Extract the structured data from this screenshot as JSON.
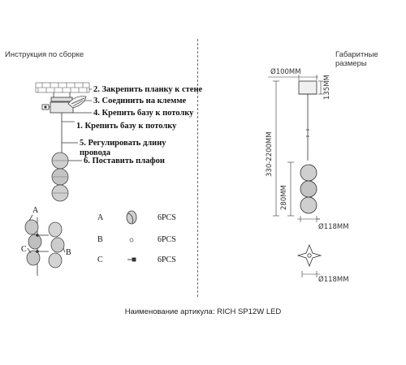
{
  "headers": {
    "assembly": "Инструкция по сборке",
    "dimensions": "Габаритные размеры"
  },
  "steps": [
    {
      "id": "step-2",
      "text": "2. Закрепить планку к стене"
    },
    {
      "id": "step-3",
      "text": "3. Соединить на клемме"
    },
    {
      "id": "step-4",
      "text": "4. Крепить базу к потолку"
    },
    {
      "id": "step-1",
      "text": "1. Крепить базу к потолку"
    },
    {
      "id": "step-5-line1",
      "text": "5. Регулировать длину"
    },
    {
      "id": "step-5-line2",
      "text": "провода"
    },
    {
      "id": "step-6",
      "text": "6. Поставить плафон"
    }
  ],
  "detail_labels": {
    "a": "A",
    "b": "B",
    "c": "C"
  },
  "parts": [
    {
      "letter": "A",
      "qty": "6PCS",
      "icon": "shade-icon"
    },
    {
      "letter": "B",
      "qty": "6PCS",
      "icon": "screw-icon"
    },
    {
      "letter": "C",
      "qty": "6PCS",
      "icon": "bolt-icon"
    }
  ],
  "dimensions": {
    "base_diameter": "Ø100ММ",
    "base_height": "135ММ",
    "total_length": "330-2200ММ",
    "shade_height": "280ММ",
    "shade_diameter": "Ø118ММ",
    "top_view_diameter": "Ø118ММ"
  },
  "article": "Наименование артикула: RICH SP12W LED",
  "colors": {
    "line": "#333333",
    "glass": "#bdbdbd",
    "glass_dark": "#7a7a7a"
  }
}
